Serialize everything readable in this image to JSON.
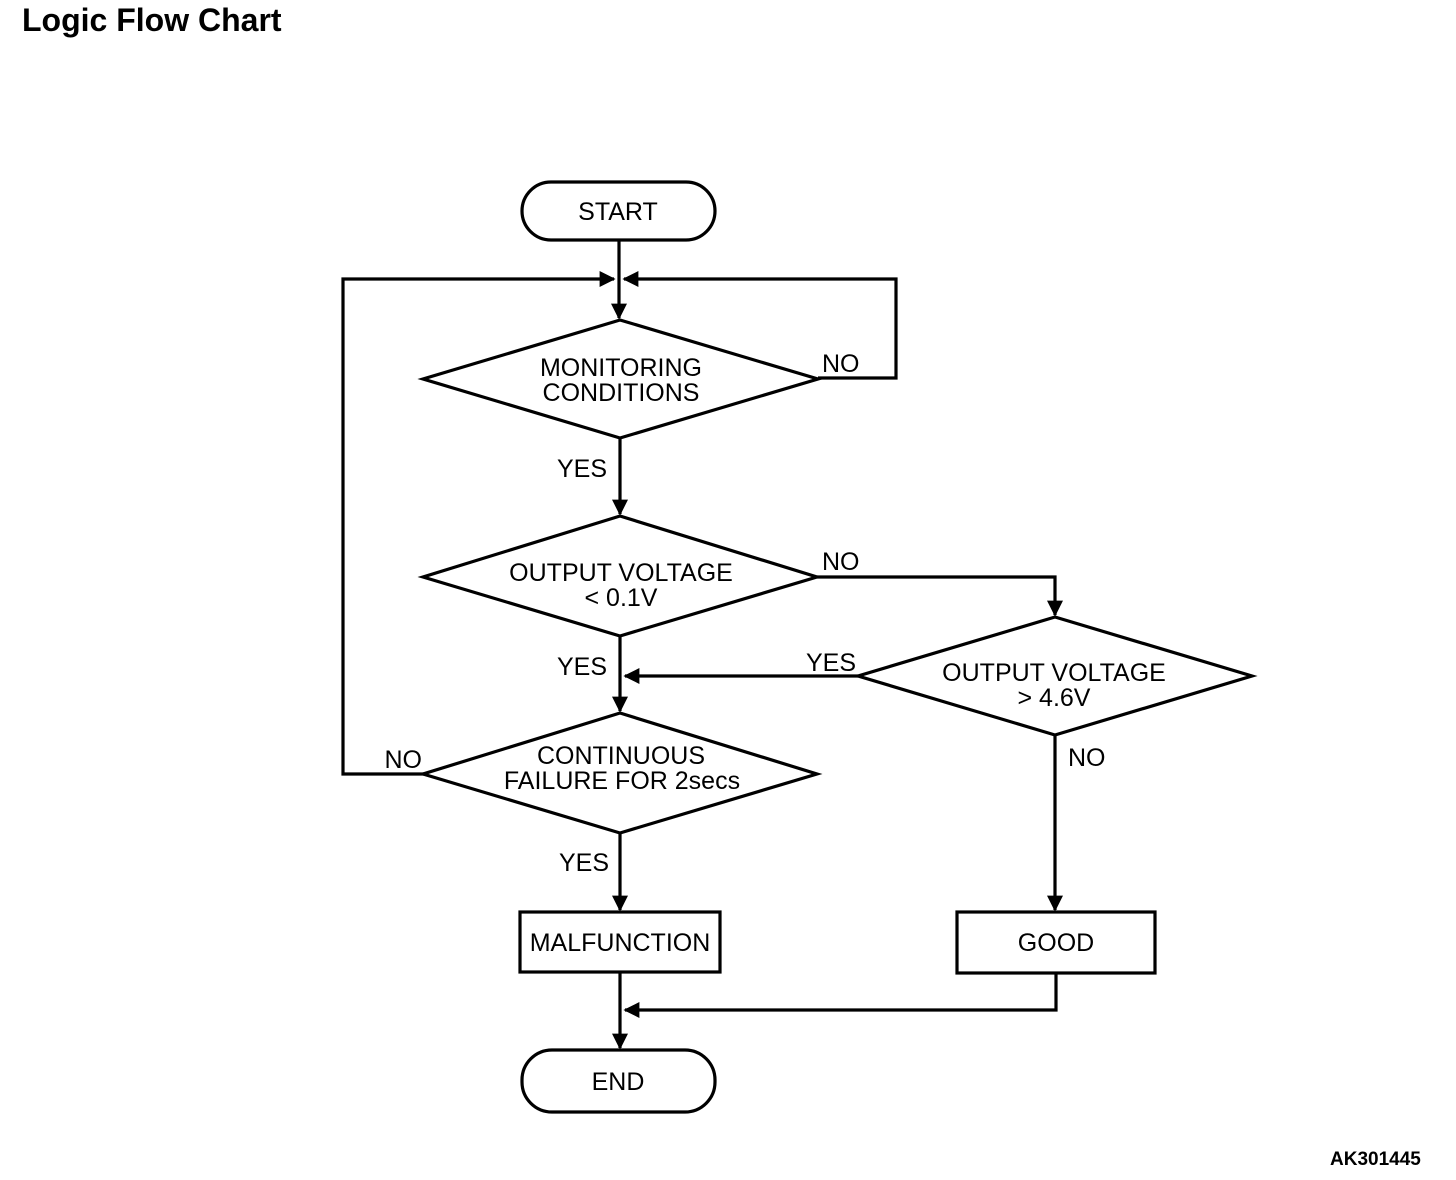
{
  "page": {
    "title": "Logic Flow Chart",
    "figure_code": "AK301445"
  },
  "flowchart": {
    "colors": {
      "line": "#000000",
      "background": "#ffffff"
    },
    "start": {
      "label": "START"
    },
    "monitoring": {
      "line1": "MONITORING",
      "line2": "CONDITIONS",
      "yes": "YES",
      "no": "NO"
    },
    "output_low": {
      "line1": "OUTPUT VOLTAGE",
      "line2": "< 0.1V",
      "yes": "YES",
      "no": "NO"
    },
    "output_high": {
      "line1": "OUTPUT VOLTAGE",
      "line2": "> 4.6V",
      "yes": "YES",
      "no": "NO"
    },
    "continuous_failure": {
      "line1": "CONTINUOUS",
      "line2": "FAILURE FOR 2secs",
      "yes": "YES",
      "no": "NO"
    },
    "malfunction": {
      "label": "MALFUNCTION"
    },
    "good": {
      "label": "GOOD"
    },
    "end": {
      "label": "END"
    }
  }
}
